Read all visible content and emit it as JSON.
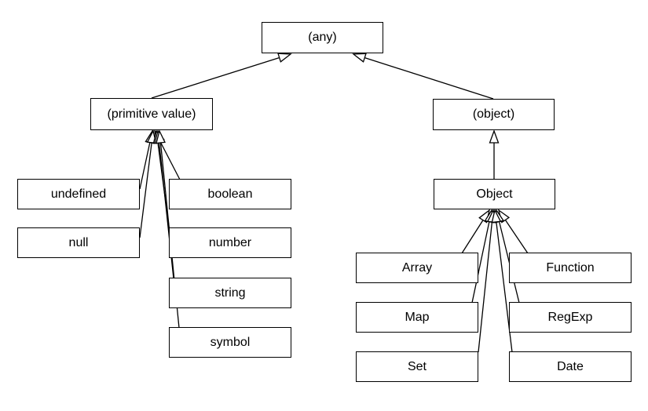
{
  "diagram": {
    "nodes": {
      "any": {
        "label": "(any)"
      },
      "primitive": {
        "label": "(primitive value)"
      },
      "object_abstract": {
        "label": "(object)"
      },
      "undefined": {
        "label": "undefined"
      },
      "null": {
        "label": "null"
      },
      "boolean": {
        "label": "boolean"
      },
      "number": {
        "label": "number"
      },
      "string": {
        "label": "string"
      },
      "symbol": {
        "label": "symbol"
      },
      "object_class": {
        "label": "Object"
      },
      "array": {
        "label": "Array"
      },
      "function": {
        "label": "Function"
      },
      "map": {
        "label": "Map"
      },
      "regexp": {
        "label": "RegExp"
      },
      "set": {
        "label": "Set"
      },
      "date": {
        "label": "Date"
      }
    },
    "edges": [
      {
        "from": "primitive",
        "to": "any"
      },
      {
        "from": "object_abstract",
        "to": "any"
      },
      {
        "from": "object_class",
        "to": "object_abstract"
      },
      {
        "from": "undefined",
        "to": "primitive"
      },
      {
        "from": "null",
        "to": "primitive"
      },
      {
        "from": "boolean",
        "to": "primitive"
      },
      {
        "from": "number",
        "to": "primitive"
      },
      {
        "from": "string",
        "to": "primitive"
      },
      {
        "from": "symbol",
        "to": "primitive"
      },
      {
        "from": "array",
        "to": "object_class"
      },
      {
        "from": "map",
        "to": "object_class"
      },
      {
        "from": "set",
        "to": "object_class"
      },
      {
        "from": "function",
        "to": "object_class"
      },
      {
        "from": "regexp",
        "to": "object_class"
      },
      {
        "from": "date",
        "to": "object_class"
      }
    ],
    "colors": {
      "background": "#ffffff",
      "box_fill": "#ffffff",
      "box_border": "#000000",
      "edge": "#000000",
      "arrowhead_fill": "#ffffff"
    }
  }
}
